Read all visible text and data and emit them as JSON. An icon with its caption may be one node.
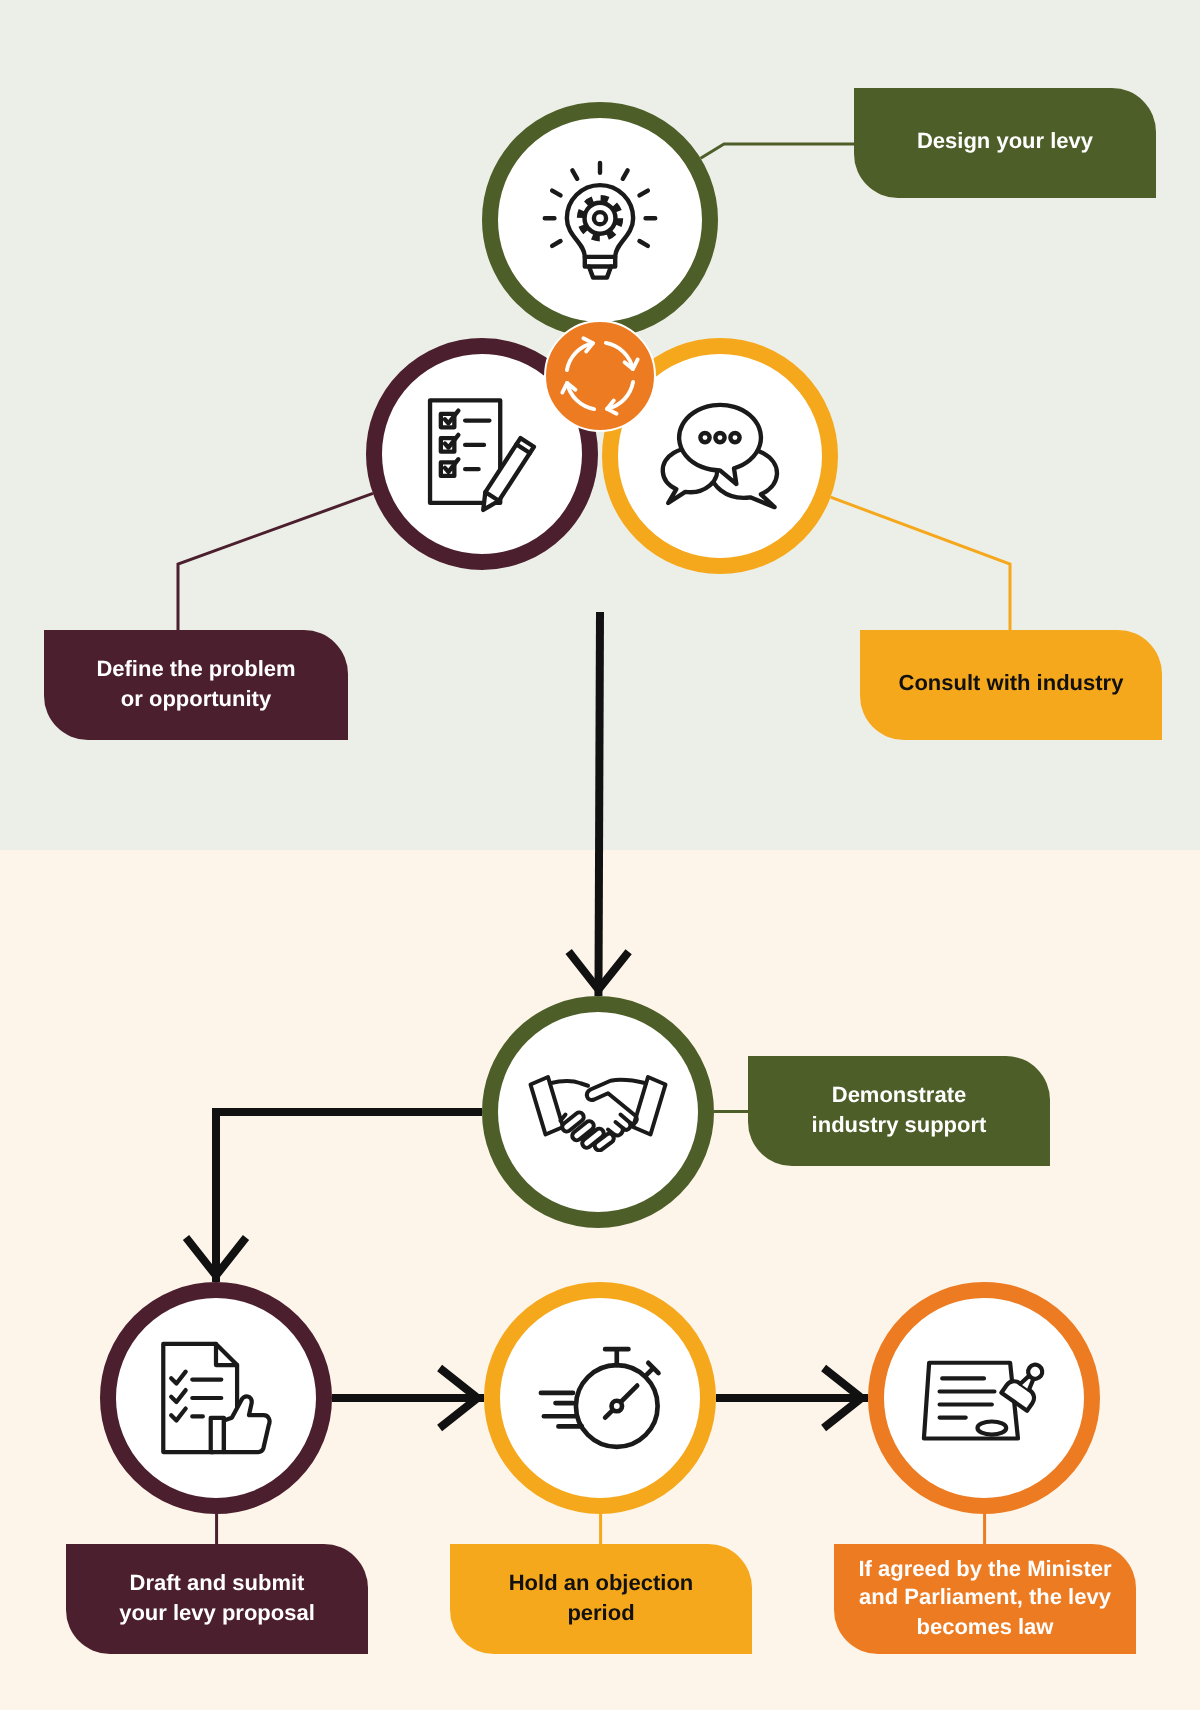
{
  "diagram": {
    "nodes": [
      {
        "text": [],
        "shape": "circle"
      },
      {
        "text": [
          "Design your levy"
        ]
      },
      {
        "text": [],
        "shape": "circle"
      },
      {
        "text": [
          "Define the problem or opportunity"
        ]
      },
      {
        "text": [],
        "shape": "circle"
      },
      {
        "text": [
          "Consult with industry"
        ]
      },
      {
        "text": [],
        "shape": "circle"
      },
      {
        "text": [],
        "shape": "circle"
      },
      {
        "text": [
          "Demonstrate industry support"
        ]
      },
      {
        "text": [],
        "shape": "circle"
      },
      {
        "text": [
          "Draft and submit your levy proposal"
        ]
      },
      {
        "text": [],
        "shape": "circle"
      },
      {
        "text": [
          "Hold an objection period"
        ]
      },
      {
        "text": [],
        "shape": "circle"
      },
      {
        "text": [
          "If agreed by the Minister and Parliament, the levy becomes law"
        ]
      }
    ],
    "edges": [
      {
        "from": 0,
        "to": 1,
        "arrow": "none",
        "color": "#4e5e28"
      },
      {
        "from": 2,
        "to": 3,
        "arrow": "none",
        "color": "#4b1f2e"
      },
      {
        "from": 4,
        "to": 5,
        "arrow": "none",
        "color": "#f6a81d"
      },
      {
        "from": null,
        "to": 7,
        "arrow": "to",
        "style": "thick"
      },
      {
        "from": 7,
        "to": 8,
        "arrow": "none",
        "color": "#4e5e28"
      },
      {
        "from": 7,
        "to": 9,
        "arrow": "to",
        "style": "thick"
      },
      {
        "from": 9,
        "to": 10,
        "arrow": "none",
        "color": "#4b1f2e"
      },
      {
        "from": 9,
        "to": 11,
        "arrow": "to",
        "style": "thick"
      },
      {
        "from": 11,
        "to": 12,
        "arrow": "none",
        "color": "#f6a81d"
      },
      {
        "from": 11,
        "to": 13,
        "arrow": "to",
        "style": "thick"
      },
      {
        "from": 13,
        "to": 14,
        "arrow": "none",
        "color": "#ec7b22"
      }
    ]
  }
}
